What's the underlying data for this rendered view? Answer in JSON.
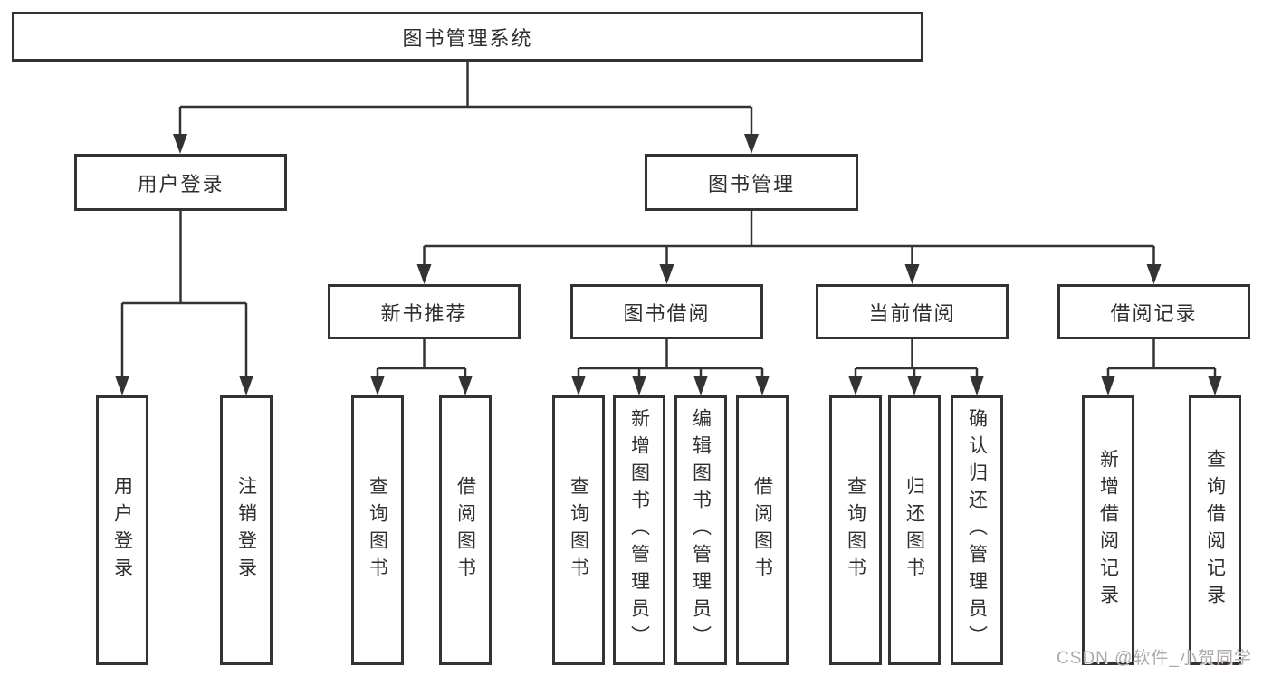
{
  "diagram": {
    "root": {
      "label": "图书管理系统"
    },
    "level2": [
      {
        "label": "用户登录"
      },
      {
        "label": "图书管理"
      }
    ],
    "level3": [
      {
        "label": "新书推荐"
      },
      {
        "label": "图书借阅"
      },
      {
        "label": "当前借阅"
      },
      {
        "label": "借阅记录"
      }
    ],
    "leaves": {
      "user_login": [
        "用户登录",
        "注销登录"
      ],
      "new_book": [
        "查询图书",
        "借阅图书"
      ],
      "book_borrow": [
        "查询图书",
        "新增图书（管理员）",
        "编辑图书（管理员）",
        "借阅图书"
      ],
      "current_borrow": [
        "查询图书",
        "归还图书",
        "确认归还（管理员）"
      ],
      "borrow_record": [
        "新增借阅记录",
        "查询借阅记录"
      ]
    }
  },
  "watermark": {
    "text": "CSDN @软件_小贺同学"
  },
  "colors": {
    "line": "#333333",
    "box_border": "#333333",
    "text": "#2f2f2f",
    "background": "#ffffff",
    "watermark": "#b1a9a9"
  }
}
